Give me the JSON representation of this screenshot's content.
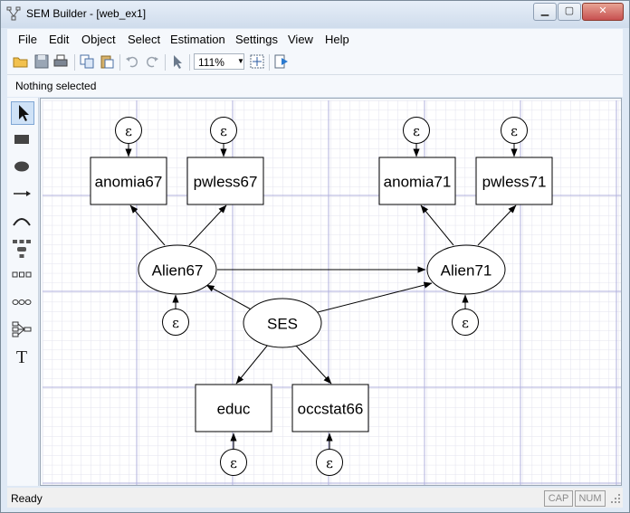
{
  "window": {
    "title": "SEM Builder - [web_ex1]"
  },
  "menu": [
    "File",
    "Edit",
    "Object",
    "Select",
    "Estimation",
    "Settings",
    "View",
    "Help"
  ],
  "toolbar": {
    "zoom": "111%",
    "icons": [
      "open-icon",
      "save-icon",
      "print-icon",
      "copy-icon",
      "paste-icon",
      "undo-icon",
      "redo-icon",
      "select-tool-icon",
      "fit-icon",
      "estimate-icon"
    ]
  },
  "status": {
    "selection": "Nothing selected",
    "ready": "Ready",
    "cap": "CAP",
    "num": "NUM"
  },
  "tools": [
    "pointer-tool",
    "observed-variable-tool",
    "latent-variable-tool",
    "path-tool",
    "covariance-tool",
    "generalized-sem-tool",
    "add-observed-measurement-tool",
    "add-latent-measurement-tool",
    "add-regression-component-tool",
    "text-tool"
  ],
  "diagram": {
    "observed": {
      "anomia67": "anomia67",
      "pwless67": "pwless67",
      "anomia71": "anomia71",
      "pwless71": "pwless71",
      "educ": "educ",
      "occstat66": "occstat66"
    },
    "latent": {
      "alien67": "Alien67",
      "alien71": "Alien71",
      "ses": "SES"
    },
    "error_symbol": "ε"
  },
  "colors": {
    "grid_minor": "#e3e3ee",
    "grid_major": "#aaaadd",
    "node_stroke": "#000000"
  }
}
